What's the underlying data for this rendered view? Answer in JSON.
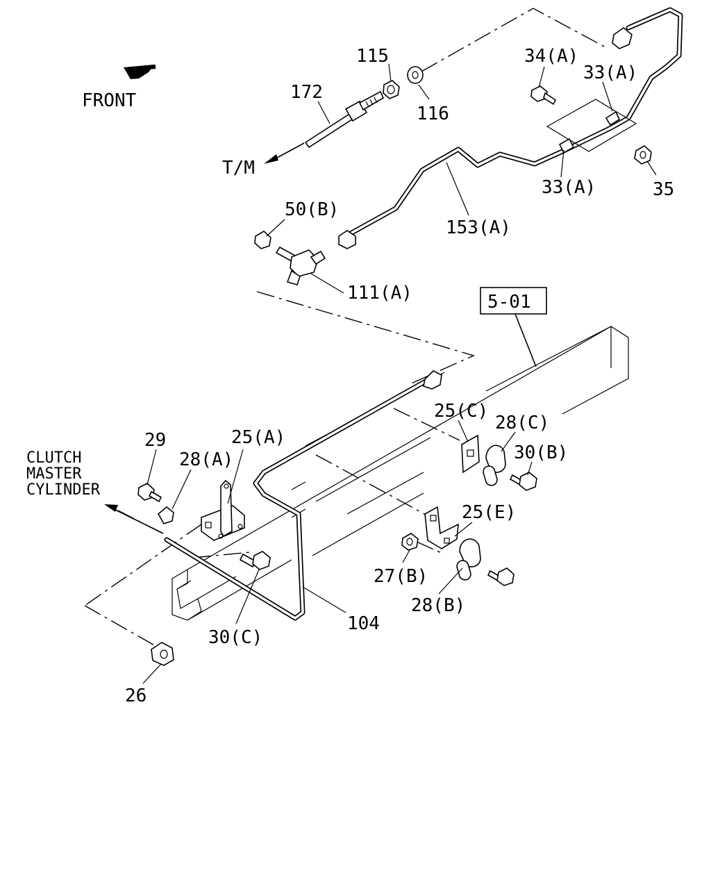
{
  "labels": {
    "front": "FRONT",
    "tm": "T/M",
    "cmc1": "CLUTCH",
    "cmc2": "MASTER",
    "cmc3": "CYLINDER",
    "ref": "5-01",
    "p115": "115",
    "p172": "172",
    "p116": "116",
    "p34a": "34(A)",
    "p33a_top": "33(A)",
    "p33a_bot": "33(A)",
    "p35": "35",
    "p50b": "50(B)",
    "p153a": "153(A)",
    "p111a": "111(A)",
    "p25c": "25(C)",
    "p28c": "28(C)",
    "p30b": "30(B)",
    "p29": "29",
    "p28a": "28(A)",
    "p25a": "25(A)",
    "p25e": "25(E)",
    "p27b": "27(B)",
    "p28b": "28(B)",
    "p30c": "30(C)",
    "p104": "104",
    "p26": "26"
  },
  "icons": {
    "front_arrow": "front-arrow-icon"
  }
}
